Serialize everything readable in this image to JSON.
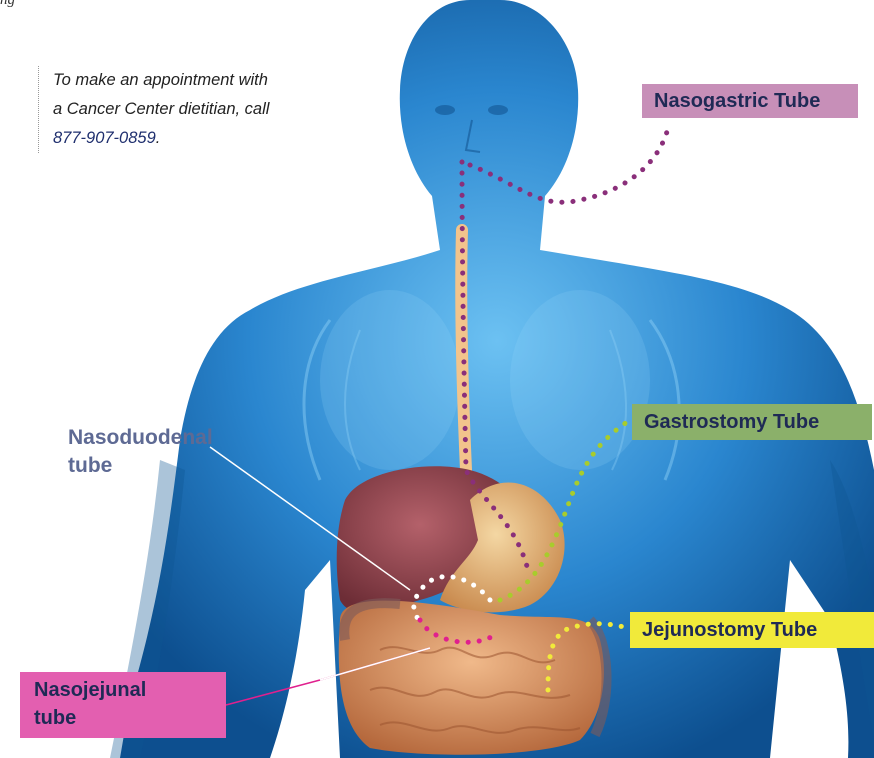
{
  "header_fragment": "ng",
  "note": {
    "line1": "To make an appointment with",
    "line2": "a Cancer Center dietitian, call",
    "phone": "877-907-0859",
    "period": "."
  },
  "labels": {
    "nasogastric": "Nasogastric Tube",
    "gastrostomy": "Gastrostomy Tube",
    "jejunostomy": "Jejunostomy Tube",
    "nasoduodenal_line1": "Nasoduodenal",
    "nasoduodenal_line2": "tube",
    "nasojejunal_line1": "Nasojejunal",
    "nasojejunal_line2": "tube"
  },
  "colors": {
    "body": "#2f8fd4",
    "nasogastric": "#8a2f7a",
    "nasogastric_bg": "#c78fb8",
    "gastrostomy": "#a8cc2c",
    "gastrostomy_bg": "#8bb06a",
    "jejunostomy": "#f1ea3a",
    "nasojejunal": "#e0208e",
    "nasojejunal_bg": "#e35fb0",
    "nasoduodenal": "#ffffff",
    "nasoduodenal_text": "#5e6a94"
  }
}
